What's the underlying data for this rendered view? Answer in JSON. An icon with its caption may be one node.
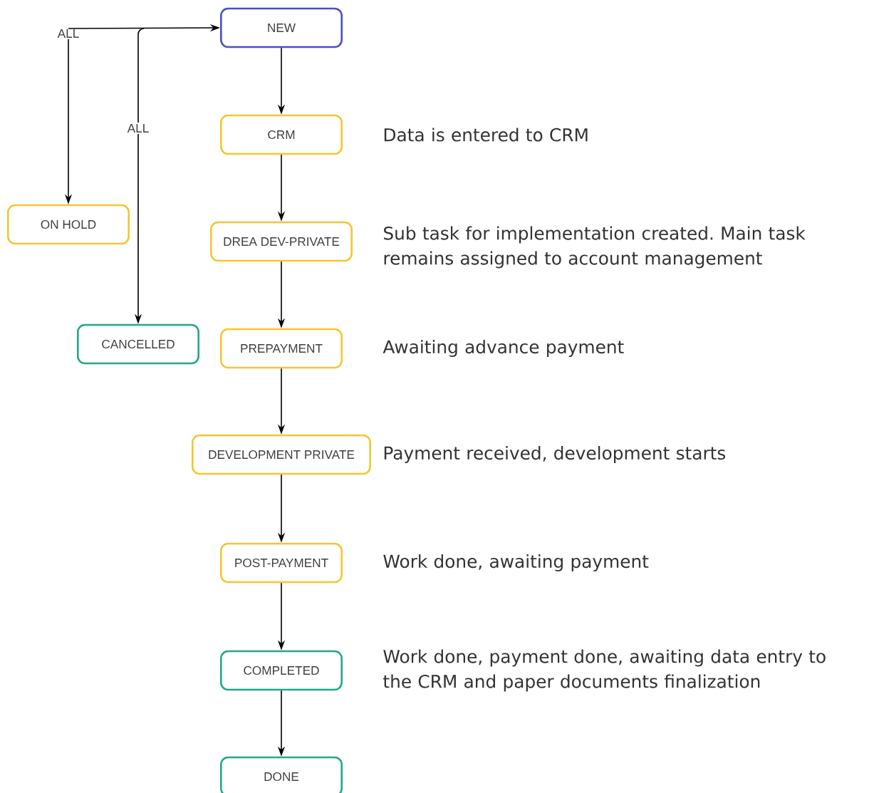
{
  "diagram": {
    "nodes": [
      {
        "text": [
          "NEW"
        ]
      },
      {
        "text": [
          "CRM"
        ],
        "beside": [
          "Data is entered to CRM"
        ]
      },
      {
        "text": [
          "DREA DEV-PRIVATE"
        ],
        "beside": [
          "Sub task for implementation created. Main task remains assigned to account management"
        ]
      },
      {
        "text": [
          "PREPAYMENT"
        ],
        "beside": [
          "Awaiting advance payment"
        ]
      },
      {
        "text": [
          "DEVELOPMENT PRIVATE"
        ],
        "beside": [
          "Payment received, development starts"
        ]
      },
      {
        "text": [
          "POST-PAYMENT"
        ],
        "beside": [
          "Work done, awaiting payment"
        ]
      },
      {
        "text": [
          "COMPLETED"
        ],
        "beside": [
          "Work done, payment done, awaiting data entry to the CRM and paper documents finalization"
        ]
      },
      {
        "text": [
          "DONE"
        ]
      },
      {
        "text": [
          "ON HOLD"
        ]
      },
      {
        "text": [
          "CANCELLED"
        ]
      }
    ],
    "edges": [
      {
        "from": 0,
        "to": 1,
        "arrow": "to"
      },
      {
        "from": 1,
        "to": 2,
        "arrow": "to"
      },
      {
        "from": 2,
        "to": 3,
        "arrow": "to"
      },
      {
        "from": 3,
        "to": 4,
        "arrow": "to"
      },
      {
        "from": 4,
        "to": 5,
        "arrow": "to"
      },
      {
        "from": 5,
        "to": 6,
        "arrow": "to"
      },
      {
        "from": 6,
        "to": 7,
        "arrow": "to"
      },
      {
        "from": null,
        "to": 8,
        "arrow": "to",
        "label": "ALL"
      },
      {
        "from": null,
        "to": 9,
        "arrow": "to",
        "label": "ALL"
      },
      {
        "from": null,
        "to": 0,
        "arrow": "to"
      }
    ]
  }
}
